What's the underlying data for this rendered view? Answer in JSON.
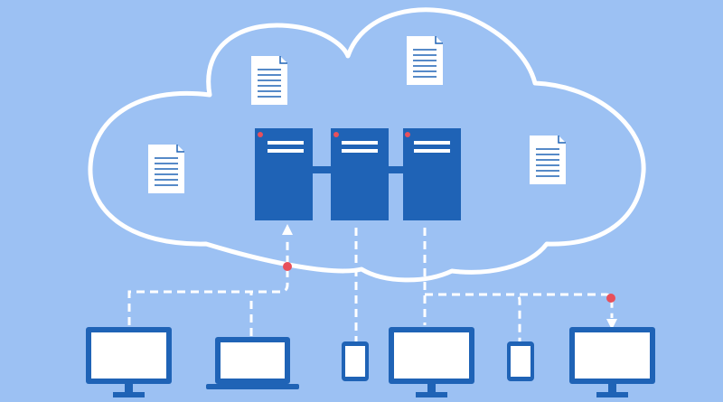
{
  "colors": {
    "background": "#9cc1f3",
    "cloud_outline": "#ffffff",
    "server": "#1f63b6",
    "server_slot": "#ffffff",
    "server_led": "#e8505b",
    "document": "#ffffff",
    "document_lines": "#1f63b6",
    "device_frame": "#1f63b6",
    "device_screen": "#ffffff",
    "connection_line": "#ffffff",
    "connection_node": "#e8505b"
  },
  "icons": {
    "cloud": "cloud-outline-icon",
    "server": "server-rack-icon",
    "document": "document-icon",
    "monitor": "desktop-monitor-icon",
    "laptop": "laptop-icon",
    "phone": "smartphone-icon"
  },
  "diagram": {
    "servers": [
      {
        "id": "server-1",
        "status_led": true
      },
      {
        "id": "server-2",
        "status_led": true
      },
      {
        "id": "server-3",
        "status_led": true
      }
    ],
    "documents": [
      {
        "id": "document-1"
      },
      {
        "id": "document-2"
      },
      {
        "id": "document-3"
      },
      {
        "id": "document-4"
      }
    ],
    "devices": [
      {
        "id": "device-1",
        "type": "monitor"
      },
      {
        "id": "device-2",
        "type": "laptop"
      },
      {
        "id": "device-3",
        "type": "phone"
      },
      {
        "id": "device-4",
        "type": "monitor"
      },
      {
        "id": "device-5",
        "type": "phone"
      },
      {
        "id": "device-6",
        "type": "monitor"
      }
    ],
    "connections": [
      {
        "id": "connection-1",
        "from": "device-1",
        "to": "server-1",
        "arrow": "up",
        "node": true
      },
      {
        "id": "connection-2",
        "from": "device-2",
        "to": "server-1",
        "arrow": "none",
        "node": false
      },
      {
        "id": "connection-3",
        "from": "server-2",
        "to": "device-3",
        "arrow": "none",
        "node": false
      },
      {
        "id": "connection-4",
        "from": "server-3",
        "to": "device-4",
        "arrow": "none",
        "node": false
      },
      {
        "id": "connection-5",
        "from": "server-3",
        "to": "device-5",
        "arrow": "none",
        "node": false
      },
      {
        "id": "connection-6",
        "from": "server-3",
        "to": "device-6",
        "arrow": "down",
        "node": true
      }
    ]
  }
}
